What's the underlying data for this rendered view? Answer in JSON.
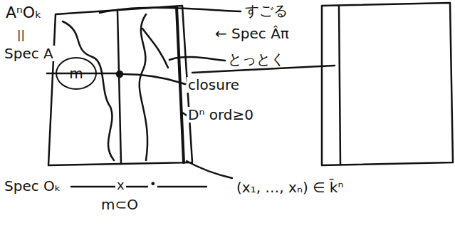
{
  "diagram": {
    "nodes": [
      {
        "text": [
          "m"
        ]
      }
    ],
    "labels": [
      "AⁿOₖ",
      "||",
      "Spec A",
      "すごる",
      "← Spec Âπ",
      "とっとく",
      "closure",
      "Dⁿ ord≥0",
      "Spec Oₖ",
      "x",
      "•",
      "m⊂O",
      "(x₁, …, xₙ) ∈ k̄ⁿ"
    ]
  }
}
